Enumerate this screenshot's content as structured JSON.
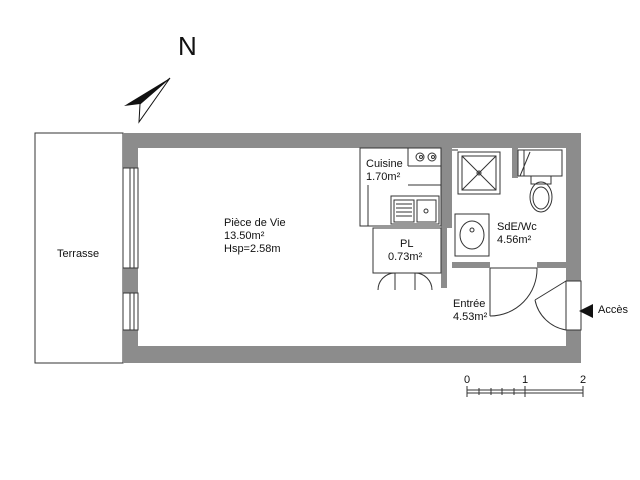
{
  "north": "N",
  "rooms": {
    "terrasse": {
      "name": "Terrasse"
    },
    "piece_de_vie": {
      "name": "Pièce de Vie",
      "area": "13.50m²",
      "height": "Hsp=2.58m"
    },
    "cuisine": {
      "name": "Cuisine",
      "area": "1.70m²"
    },
    "sde_wc": {
      "name": "SdE/Wc",
      "area": "4.56m²"
    },
    "pl": {
      "name": "PL",
      "area": "0.73m²"
    },
    "entree": {
      "name": "Entrée",
      "area": "4.53m²"
    }
  },
  "access": {
    "label": "Accès"
  },
  "scale": {
    "ticks": [
      "0",
      "1",
      "2"
    ]
  },
  "colors": {
    "wall": "#8c8c8c",
    "line": "#333333"
  }
}
